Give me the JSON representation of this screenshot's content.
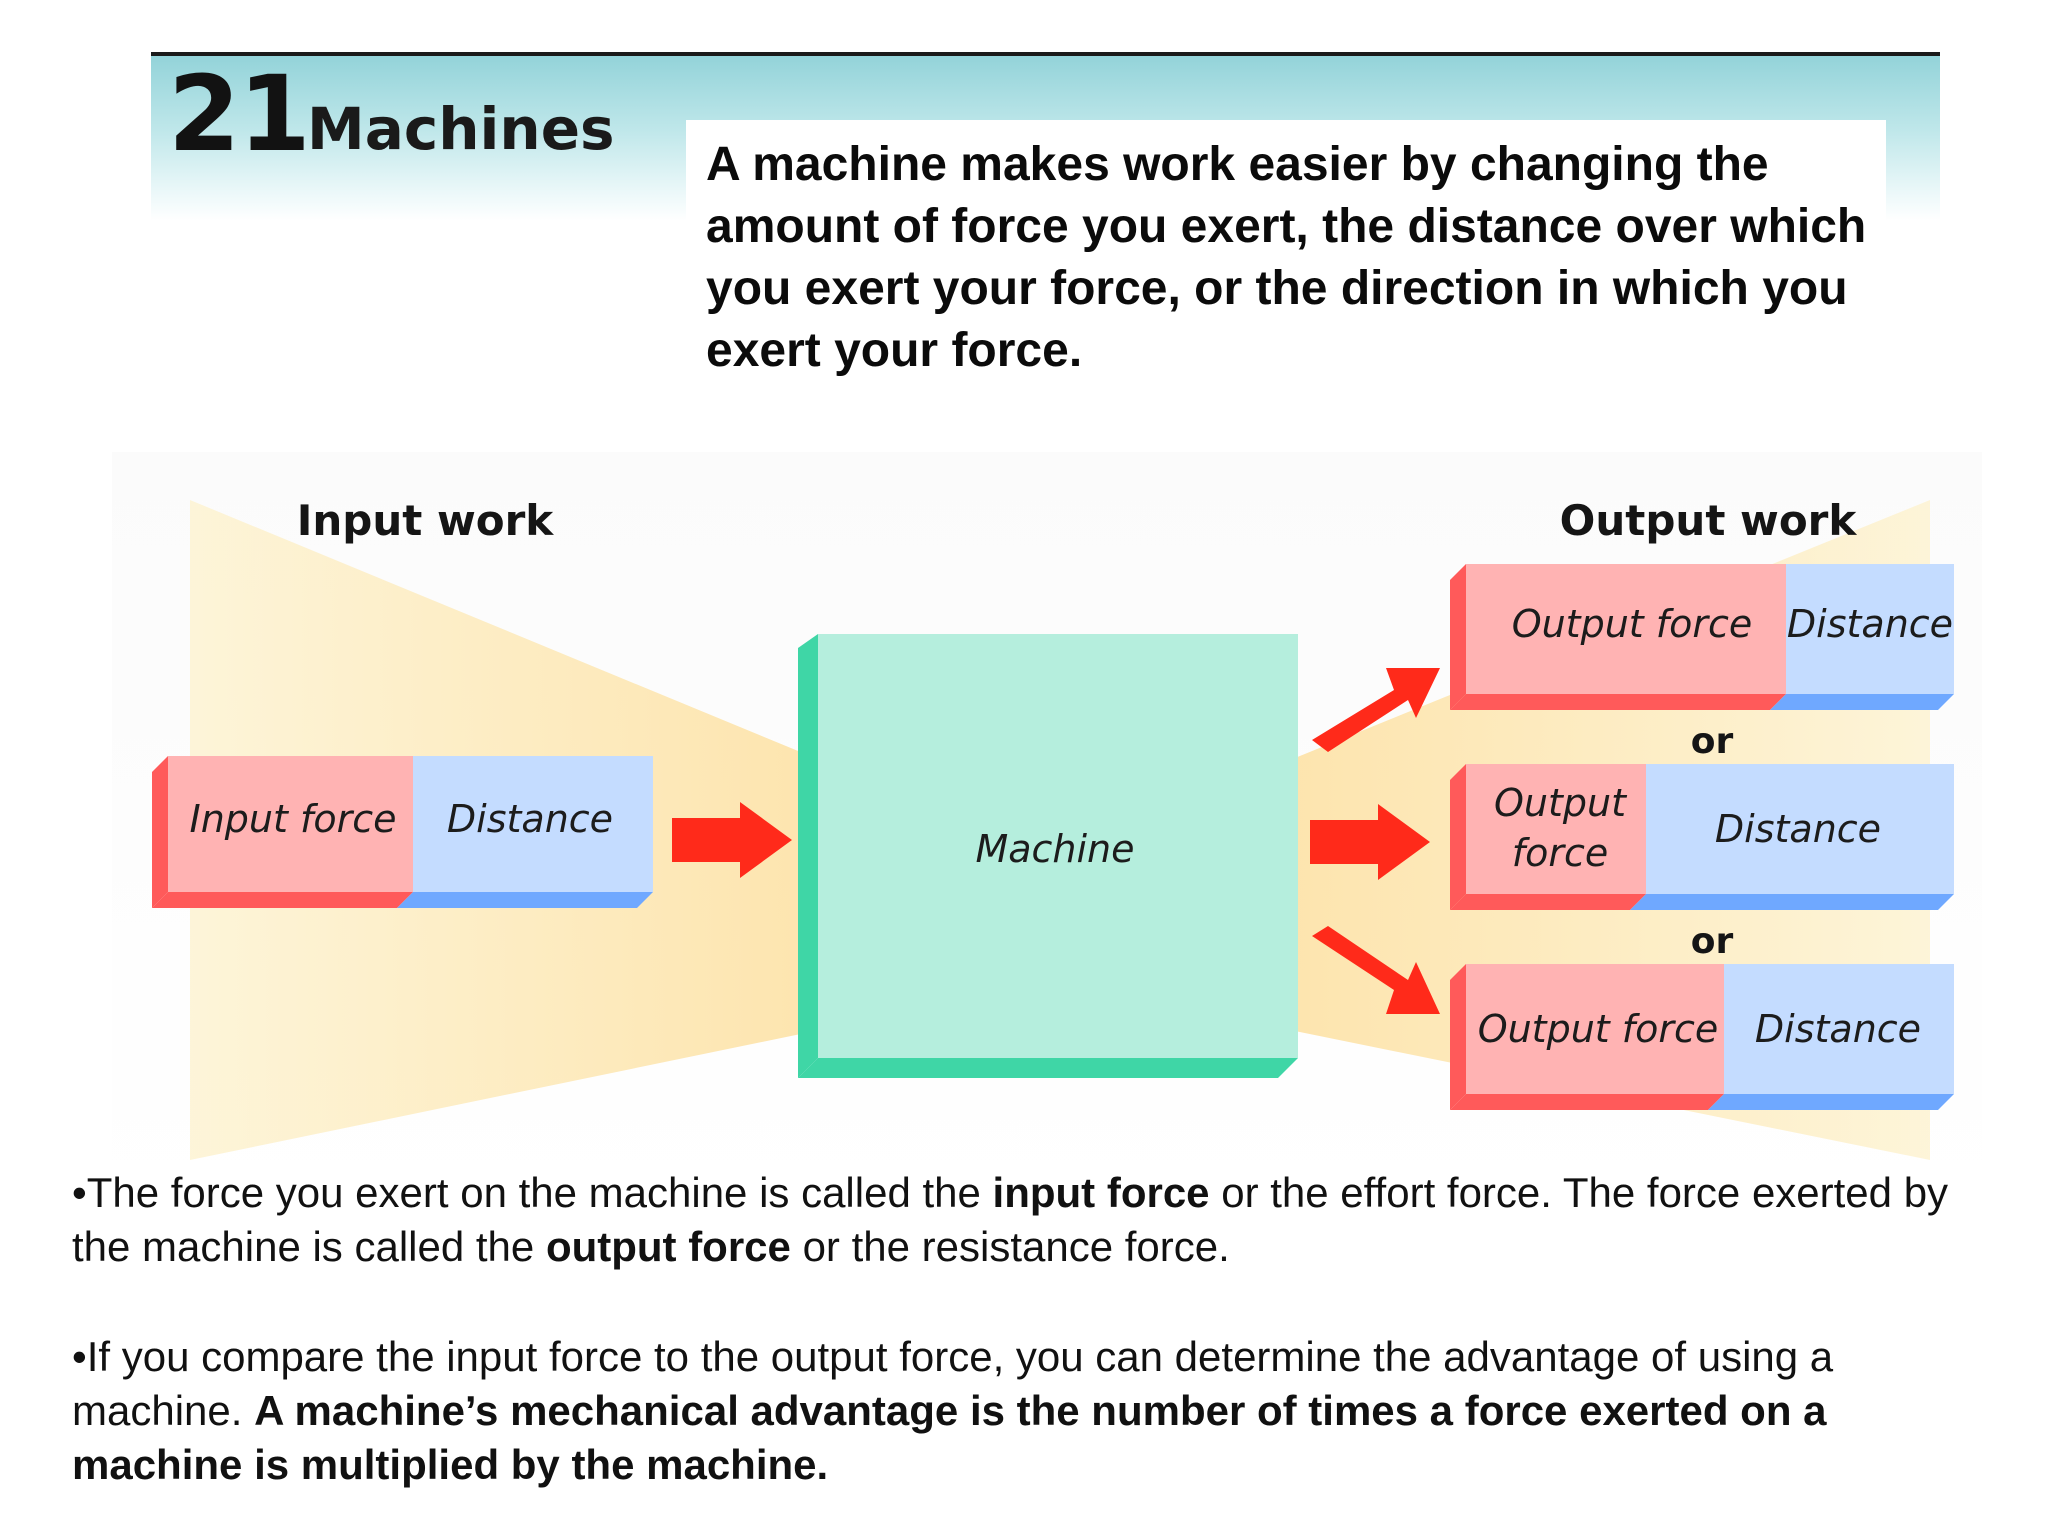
{
  "header": {
    "chapter_number": "21",
    "chapter_title": "Machines",
    "definition": "A machine makes work easier by changing the amount of force you exert, the distance over which you exert your force, or the direction in which you exert your force."
  },
  "diagram": {
    "input_heading": "Input work",
    "output_heading": "Output work",
    "input_force_label": "Input force",
    "input_distance_label": "Distance",
    "machine_label": "Machine",
    "output_1_force": "Output force",
    "output_1_distance": "Distance",
    "or_1": "or",
    "output_2_force_line1": "Output",
    "output_2_force_line2": "force",
    "output_2_distance": "Distance",
    "or_2": "or",
    "output_3_force": "Output force",
    "output_3_distance": "Distance",
    "colors": {
      "force_fill": "#ffb3b3",
      "force_edge": "#ff5a5a",
      "distance_fill": "#c4dcff",
      "distance_edge": "#6fa8ff",
      "machine_fill": "#b5eedd",
      "machine_edge": "#3fd6a6",
      "arrow": "#ff2a1a",
      "beam": "#fde6a8"
    }
  },
  "bullets": {
    "b1_part1": "•The force you exert on the machine is called the ",
    "b1_bold1": "input force",
    "b1_part2": " or the effort force. The force exerted by the machine is called the ",
    "b1_bold2": "output force",
    "b1_part3": " or the resistance force.",
    "b2_part1": "•If you compare the input force to the output force, you can determine the advantage of using a machine. ",
    "b2_bold": "A machine’s mechanical advantage is the number of times a force exerted on a machine is multiplied by the machine."
  }
}
